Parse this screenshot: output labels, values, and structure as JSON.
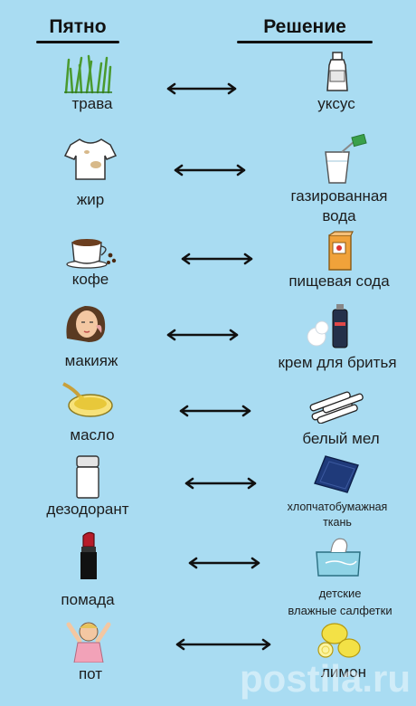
{
  "headers": {
    "stain": "Пятно",
    "solution": "Решение"
  },
  "rows": [
    {
      "stain": "трава",
      "solution": "уксус"
    },
    {
      "stain": "жир",
      "solution": "газированная\nвода"
    },
    {
      "stain": "кофе",
      "solution": "пищевая сода"
    },
    {
      "stain": "макияж",
      "solution": "крем для бритья"
    },
    {
      "stain": "масло",
      "solution": "белый  мел"
    },
    {
      "stain": "дезодорант",
      "solution": "хлопчатобумажная\nткань"
    },
    {
      "stain": "помада",
      "solution": "детские\nвлажные салфетки"
    },
    {
      "stain": "пот",
      "solution": "лимон"
    }
  ],
  "watermark": "postila.ru",
  "colors": {
    "background": "#a9dcf2",
    "text": "#1d1d1d"
  }
}
